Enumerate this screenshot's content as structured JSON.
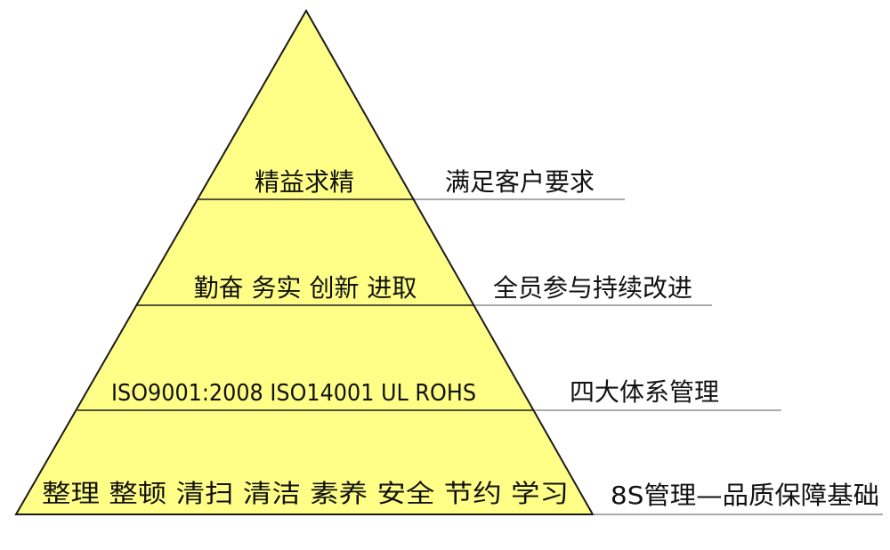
{
  "colors": {
    "fill": "#ffff88",
    "stroke": "#1a1a1a",
    "underline": "#555555"
  },
  "levels": [
    {
      "label": "精益求精",
      "side": "满足客户要求"
    },
    {
      "label": "勤奋  务实  创新  进取",
      "side": "全员参与持续改进"
    },
    {
      "label": "ISO9001:2008 ISO14001 UL ROHS",
      "side": "四大体系管理"
    },
    {
      "label": "整理  整顿  清扫  清洁  素养  安全  节约  学习",
      "side": "8S管理—品质保障基础"
    }
  ]
}
